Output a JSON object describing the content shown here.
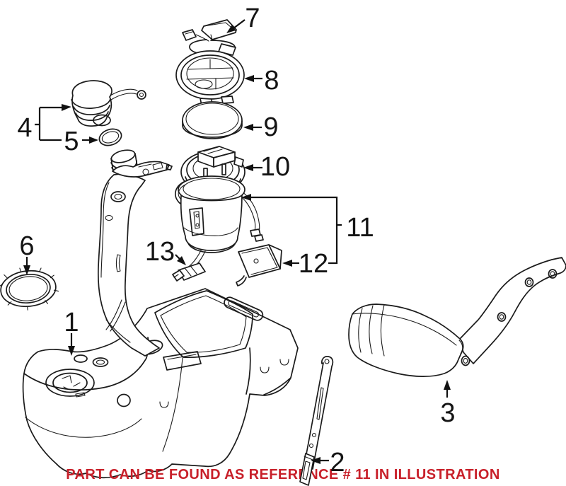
{
  "illustration": {
    "background": "#ffffff",
    "line_color": "#1b1b1b",
    "note": {
      "text": "PART CAN BE FOUND AS REFERENCE # 11 IN ILLUSTRATION",
      "color": "#c8202a"
    },
    "callouts": [
      {
        "ref": "1",
        "part": "fuel-tank"
      },
      {
        "ref": "2",
        "part": "tank-strap"
      },
      {
        "ref": "3",
        "part": "heat-shield"
      },
      {
        "ref": "4",
        "part": "fuel-filler-cap"
      },
      {
        "ref": "5",
        "part": "cap-seal-ring"
      },
      {
        "ref": "6",
        "part": "locking-ring"
      },
      {
        "ref": "7",
        "part": "vent-valve"
      },
      {
        "ref": "8",
        "part": "locking-cap"
      },
      {
        "ref": "9",
        "part": "pump-seal"
      },
      {
        "ref": "10",
        "part": "pump-flange"
      },
      {
        "ref": "11",
        "part": "fuel-pump-assembly"
      },
      {
        "ref": "12",
        "part": "pump-bracket"
      },
      {
        "ref": "13",
        "part": "wiring-connector"
      }
    ]
  }
}
